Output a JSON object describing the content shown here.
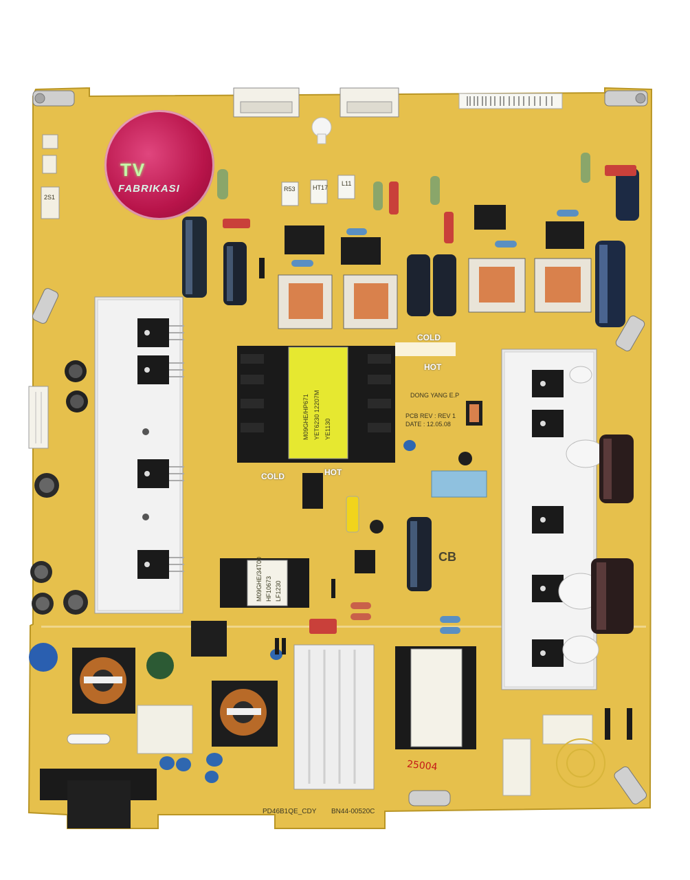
{
  "logo": {
    "line1": "TV",
    "line2": "FABRIKASI",
    "colors": {
      "circle": "#c0184f",
      "tv_text": "#c6f7a8"
    }
  },
  "board": {
    "pcb_color": "#e8c24a",
    "silkscreen": {
      "cold_top": "COLD",
      "hot_top": "HOT",
      "cold_mid": "COLD",
      "hot_mid": "HOT",
      "cb_mark": "CB",
      "maker": "DONG YANG E.P",
      "rev": "PCB REV : REV 1",
      "date": "DATE : 12.05.08",
      "model_code": "PD46B1QE_CDY",
      "part_number": "BN44-00520C",
      "handwritten": "25004",
      "chip_label_1": "R53",
      "chip_label_2": "HT17",
      "chip_label_3": "L11",
      "side_label": "2S1"
    },
    "main_transformer_text": [
      "M09GHE/HP671",
      "YET6230 12207M",
      "YE1130"
    ],
    "small_transformer_text": [
      "M09GHE/34T00",
      "HF10673",
      "LF1230"
    ]
  }
}
